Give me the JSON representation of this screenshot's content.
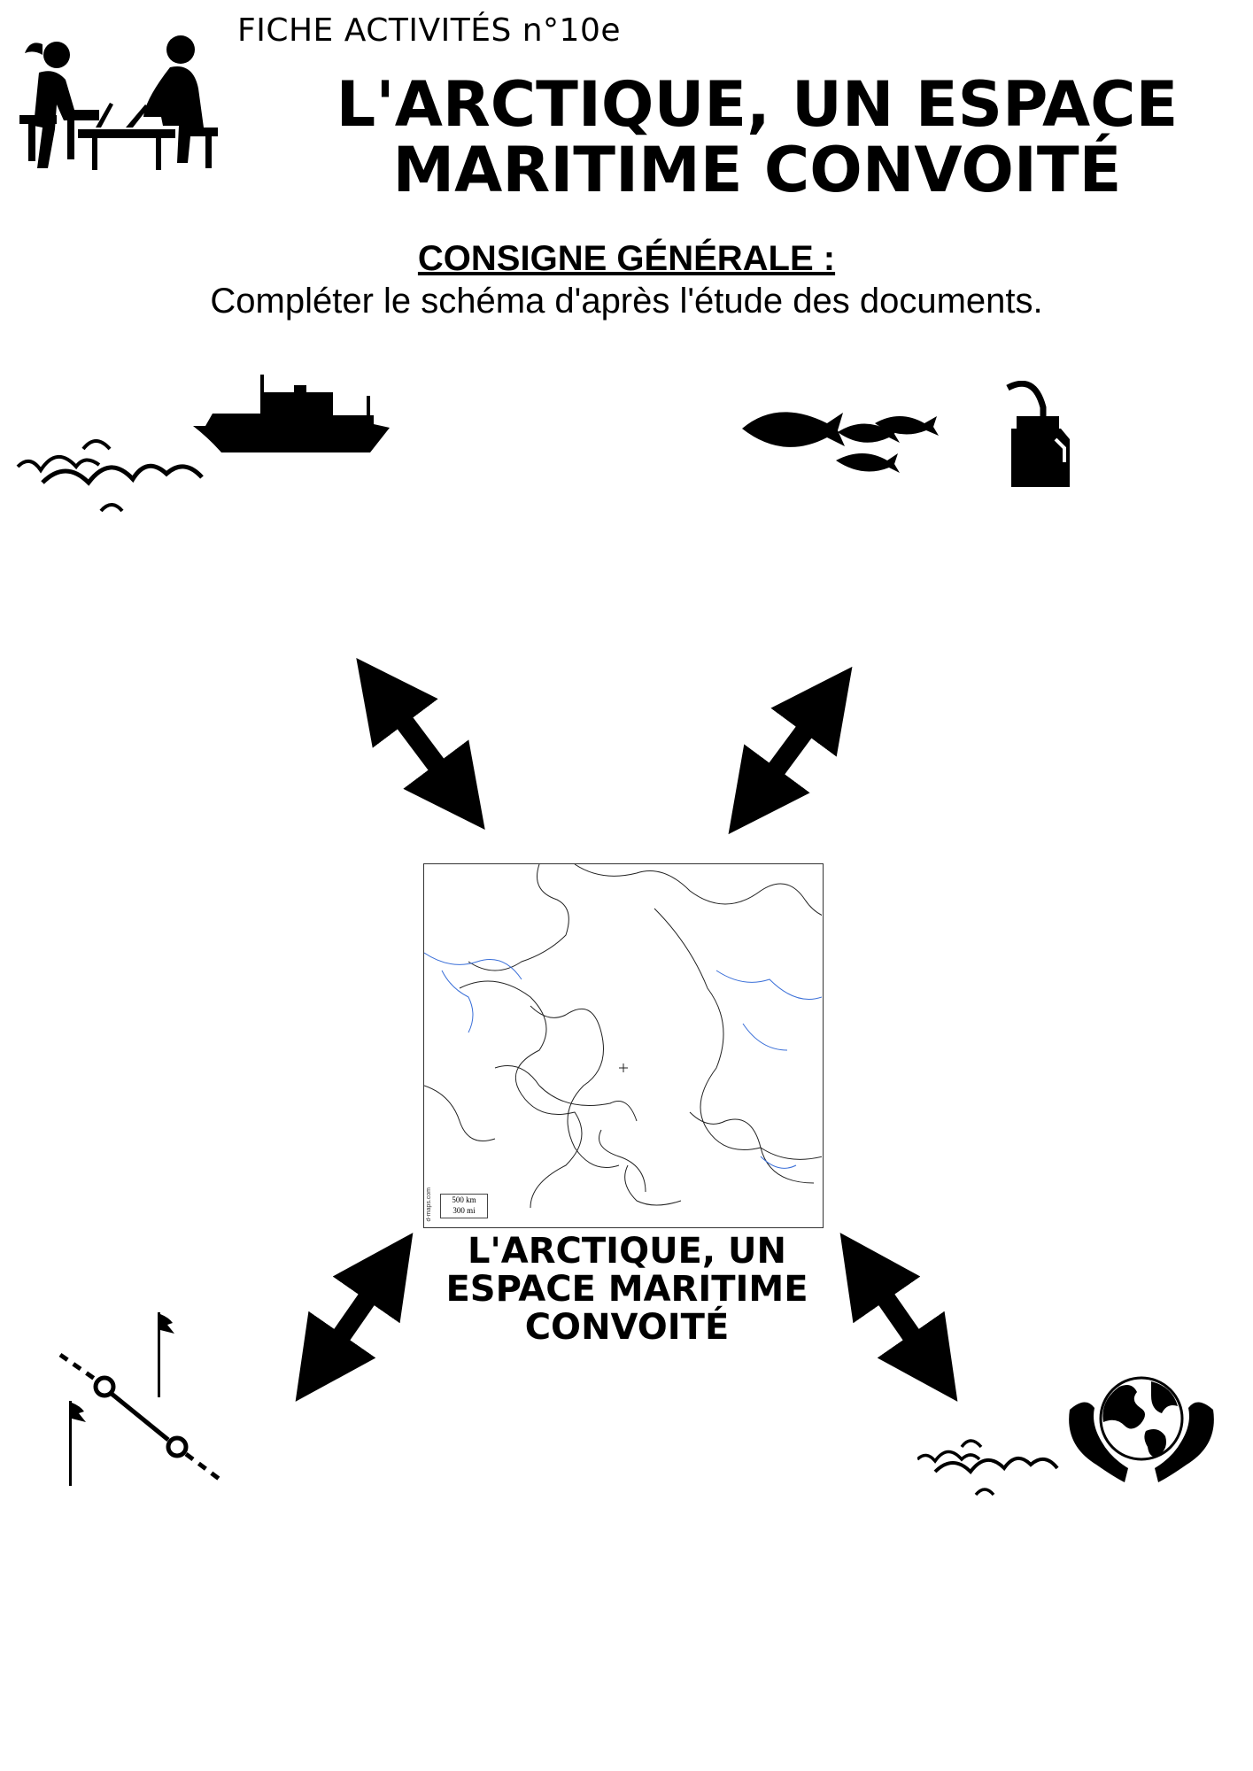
{
  "header": {
    "fiche_label": "FICHE ACTIVITÉS n°10e",
    "title_line1": "L'ARCTIQUE, UN ESPACE",
    "title_line2": "MARITIME CONVOITÉ"
  },
  "consigne": {
    "heading": "CONSIGNE GÉNÉRALE :",
    "text": "Compléter le schéma d'après l'étude des documents."
  },
  "center": {
    "label_line1": "L'ARCTIQUE, UN",
    "label_line2": "ESPACE MARITIME",
    "label_line3": "CONVOITÉ"
  },
  "map": {
    "scale_km": "500 km",
    "scale_mi": "300 mi",
    "credit": "d-maps.com"
  },
  "icons": [
    "students-working-icon",
    "waves-icon",
    "ship-icon",
    "fish-icon",
    "oil-can-icon",
    "border-line-icon",
    "flag-icon",
    "globe-in-hands-icon",
    "double-arrow-icon"
  ],
  "colors": {
    "ink": "#000000",
    "rivers": "#3a6fd8"
  }
}
